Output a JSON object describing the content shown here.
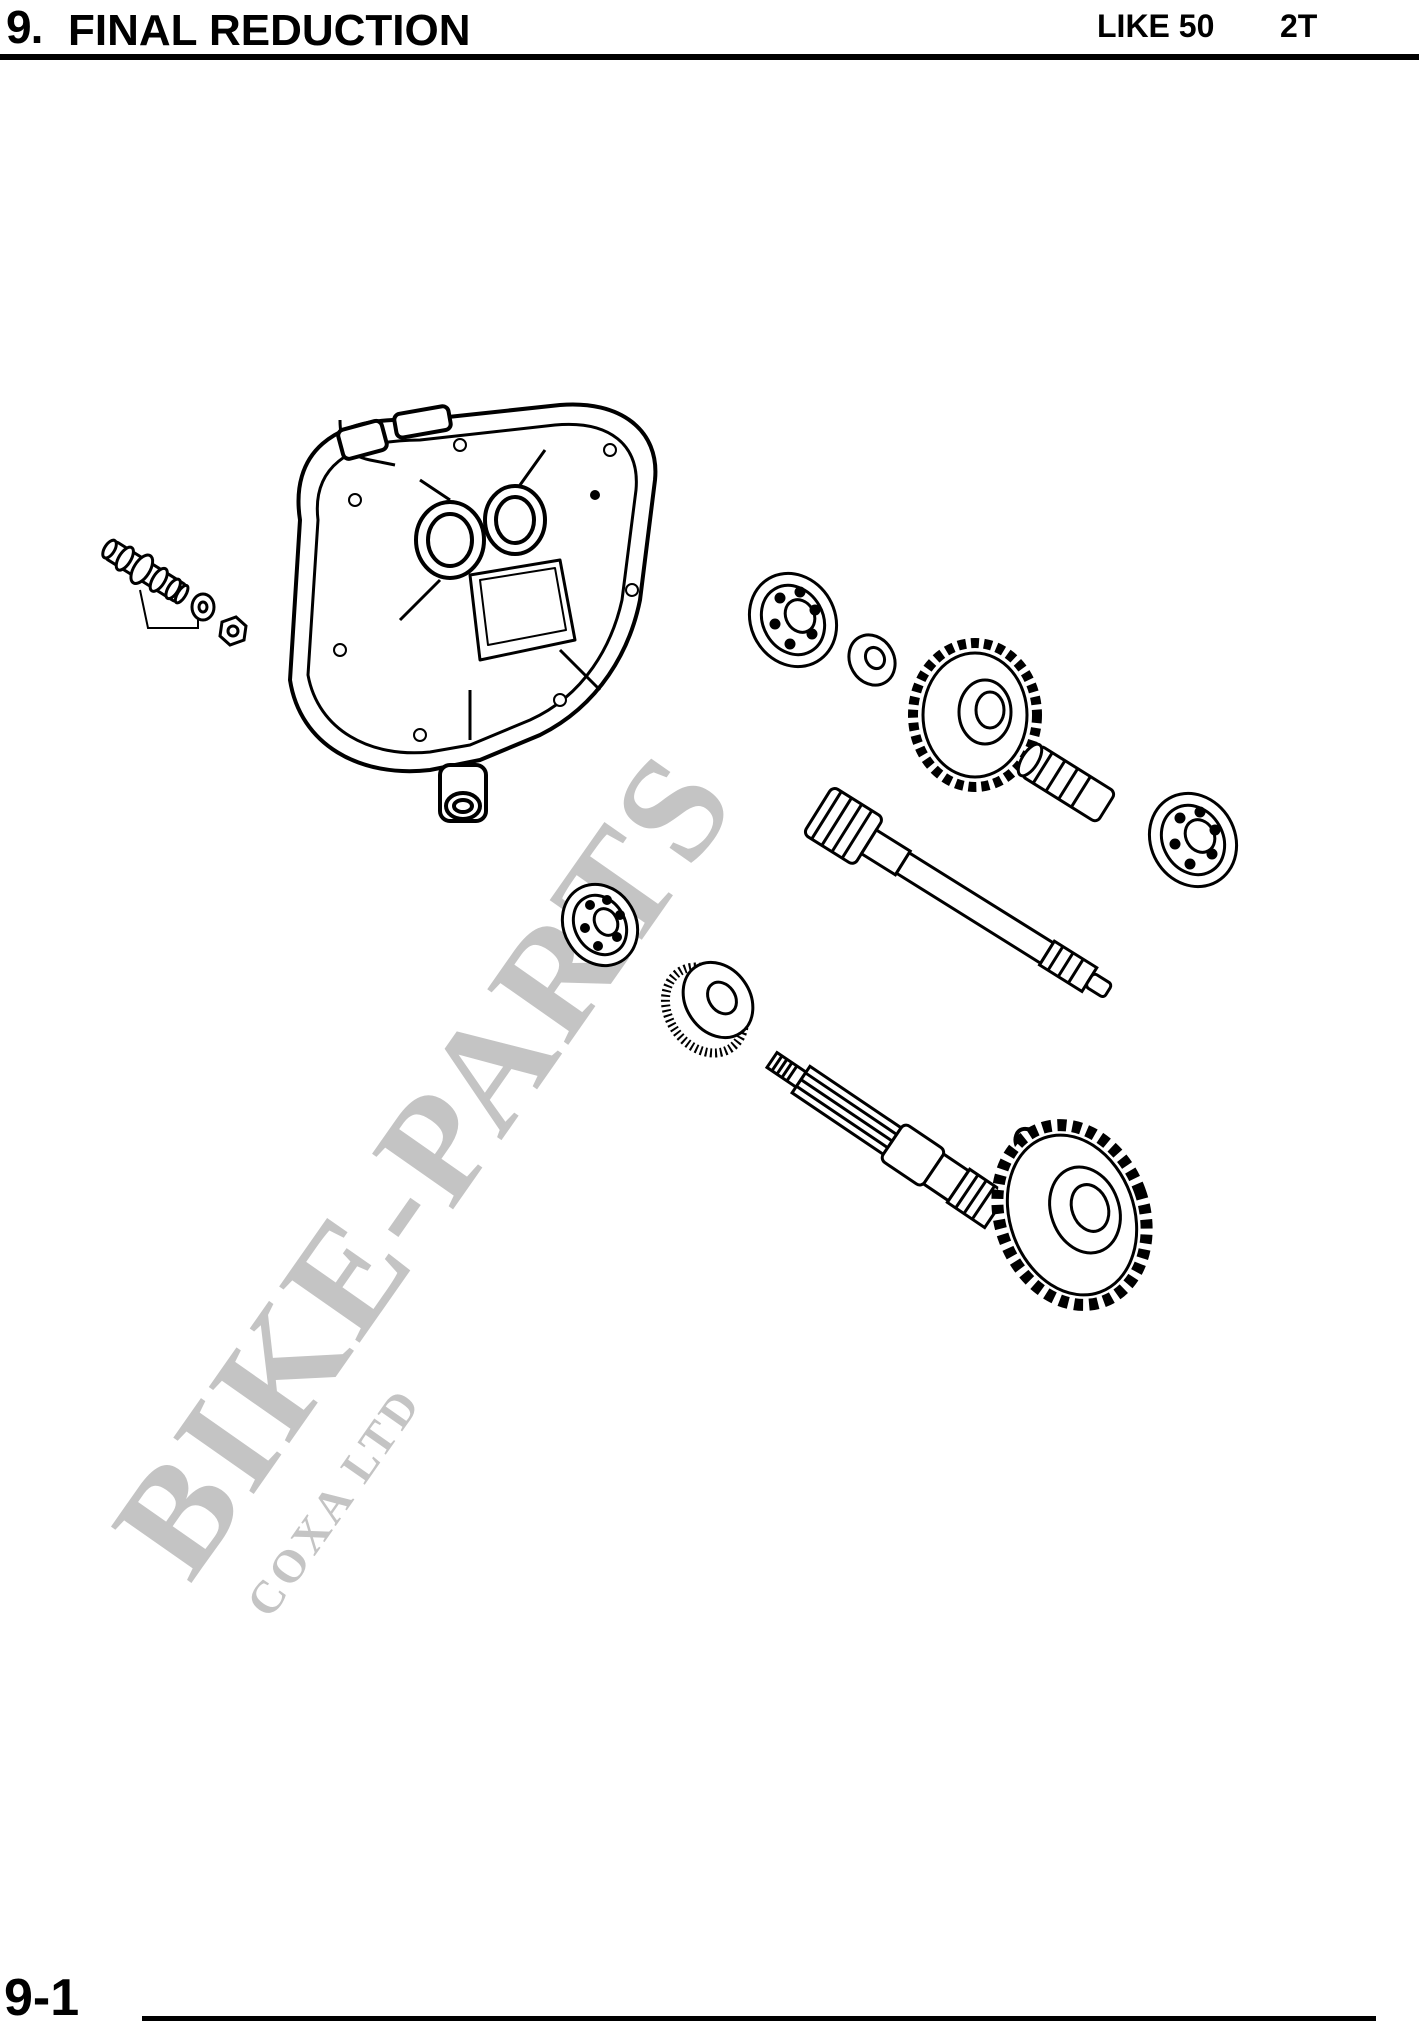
{
  "header": {
    "section_number": "9.",
    "section_title": "FINAL REDUCTION",
    "model": "LIKE 50",
    "engine": "2T"
  },
  "watermark": {
    "brand": "BIKE-PARTS",
    "company": "COXA LTD",
    "color": "#c4c4c4"
  },
  "footer": {
    "page_number": "9-1"
  },
  "colors": {
    "ink": "#000000",
    "paper": "#ffffff"
  }
}
